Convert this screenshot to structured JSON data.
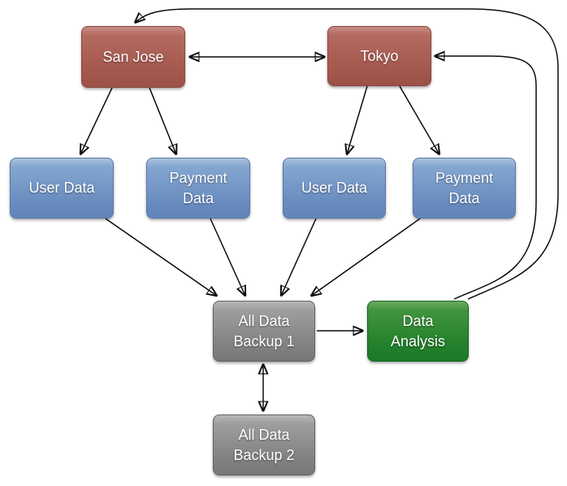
{
  "diagram": {
    "background_color": "#ffffff",
    "edge_color": "#0a0a0a",
    "nodes": {
      "san_jose": {
        "label": "San Jose",
        "type": "region",
        "color": "#b16358"
      },
      "tokyo": {
        "label": "Tokyo",
        "type": "region",
        "color": "#b16358"
      },
      "user_data_sj": {
        "label": "User Data",
        "type": "datastore",
        "color": "#7fa1cc"
      },
      "payment_data_sj": {
        "label": "Payment Data",
        "type": "datastore",
        "color": "#7fa1cc"
      },
      "user_data_tk": {
        "label": "User Data",
        "type": "datastore",
        "color": "#7fa1cc"
      },
      "payment_data_tk": {
        "label": "Payment Data",
        "type": "datastore",
        "color": "#7fa1cc"
      },
      "backup_1": {
        "label": "All Data Backup 1",
        "type": "backup",
        "color": "#8f8f8f"
      },
      "data_analysis": {
        "label": "Data Analysis",
        "type": "analysis",
        "color": "#2e8735"
      },
      "backup_2": {
        "label": "All Data Backup 2",
        "type": "backup",
        "color": "#8f8f8f"
      }
    },
    "edges": [
      {
        "from": "San Jose",
        "to": "Tokyo",
        "bidirectional": true
      },
      {
        "from": "San Jose",
        "to": "User Data (San Jose)"
      },
      {
        "from": "San Jose",
        "to": "Payment Data (San Jose)"
      },
      {
        "from": "Tokyo",
        "to": "User Data (Tokyo)"
      },
      {
        "from": "Tokyo",
        "to": "Payment Data (Tokyo)"
      },
      {
        "from": "User Data (San Jose)",
        "to": "All Data Backup 1"
      },
      {
        "from": "Payment Data (San Jose)",
        "to": "All Data Backup 1"
      },
      {
        "from": "User Data (Tokyo)",
        "to": "All Data Backup 1"
      },
      {
        "from": "Payment Data (Tokyo)",
        "to": "All Data Backup 1"
      },
      {
        "from": "All Data Backup 1",
        "to": "Data Analysis"
      },
      {
        "from": "All Data Backup 1",
        "to": "All Data Backup 2",
        "bidirectional": true
      },
      {
        "from": "Data Analysis",
        "to": "San Jose"
      },
      {
        "from": "Data Analysis",
        "to": "Tokyo"
      }
    ]
  }
}
